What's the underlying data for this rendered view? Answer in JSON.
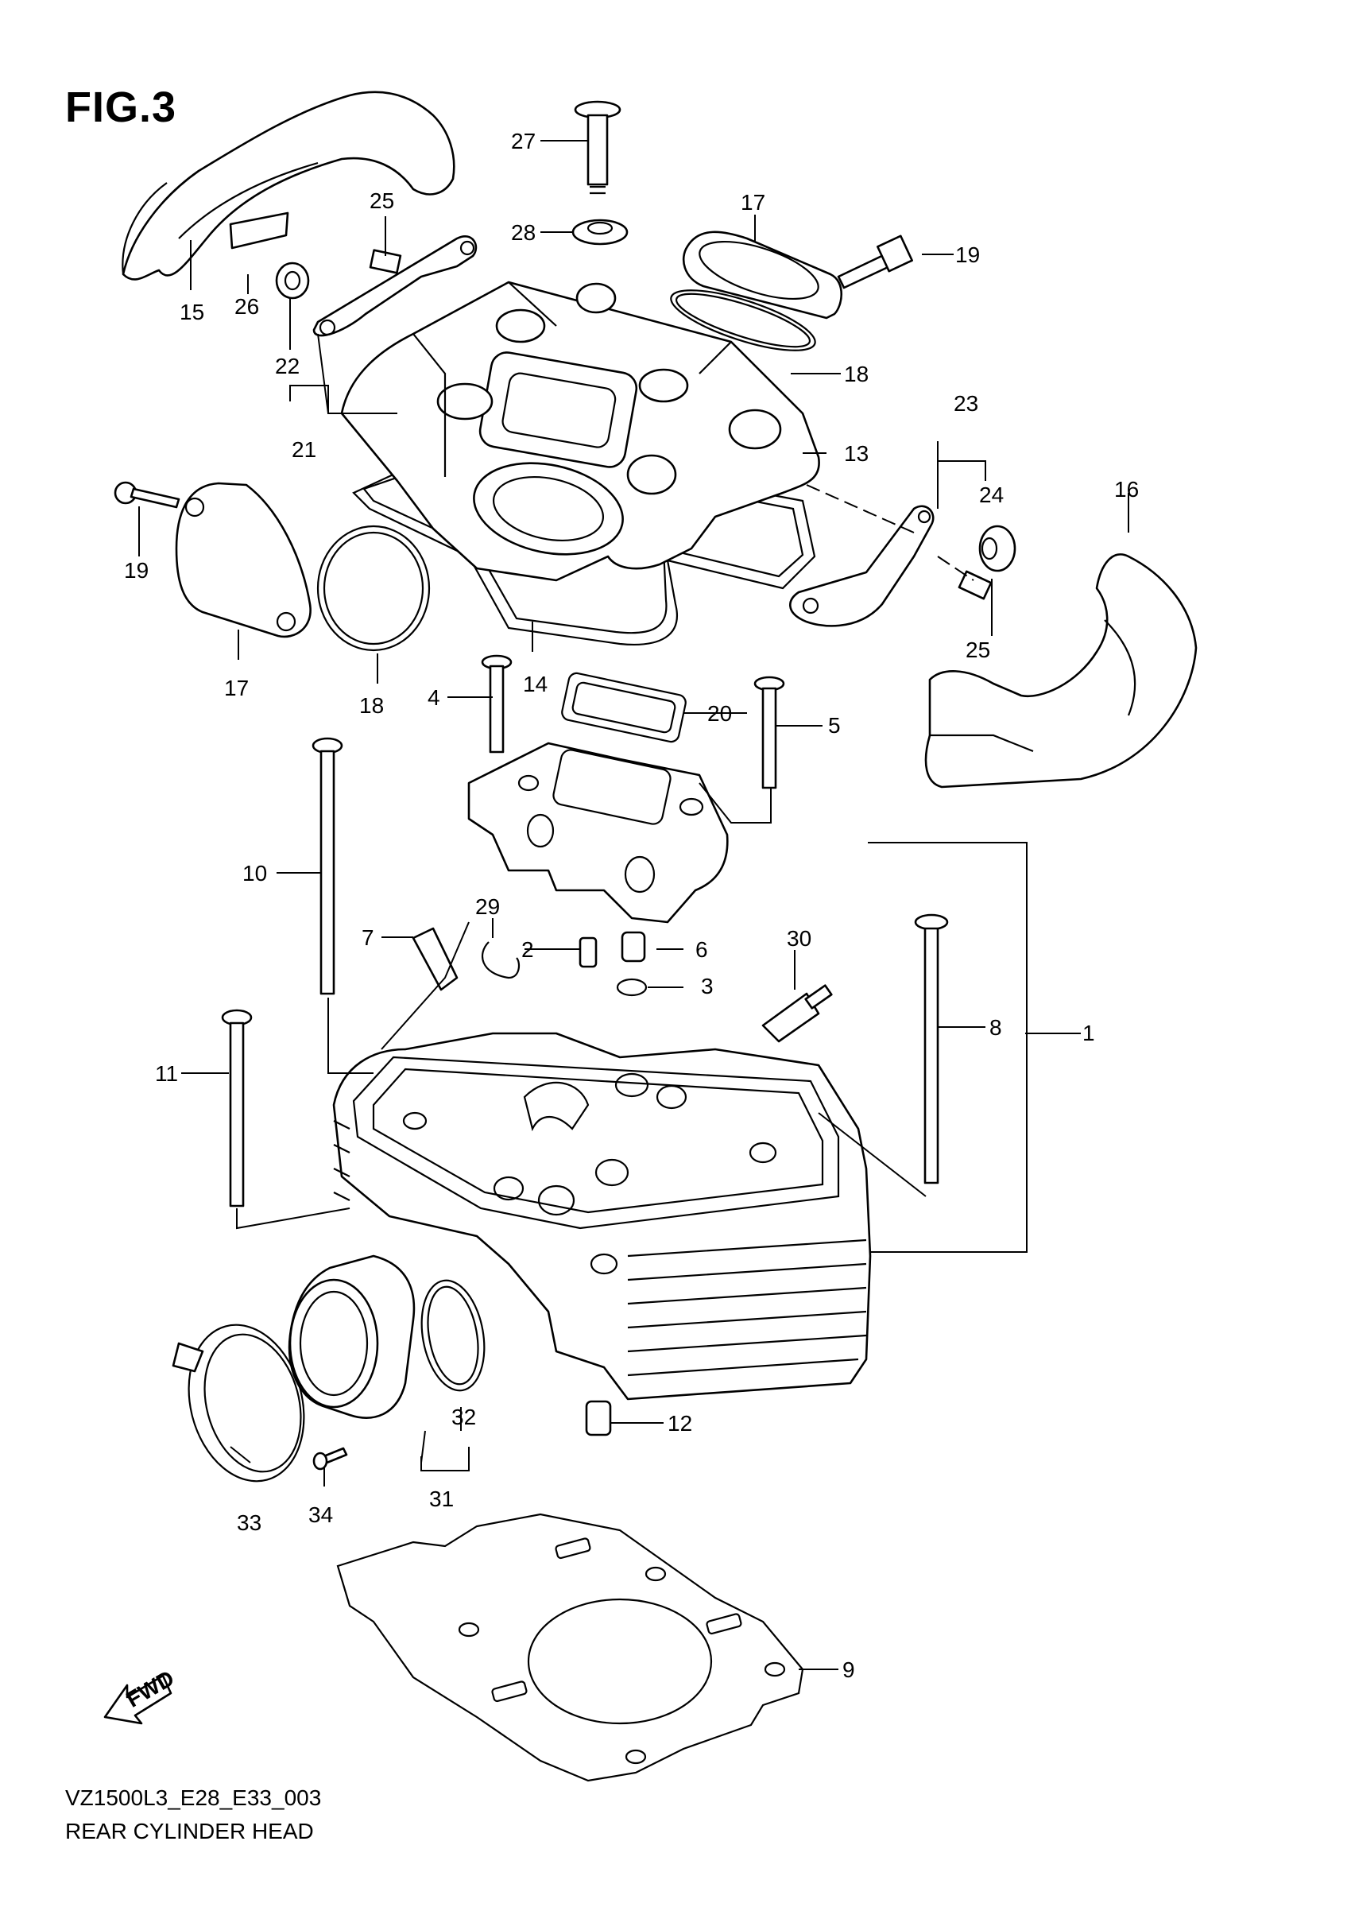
{
  "figure": {
    "title": "FIG.3",
    "model_code": "VZ1500L3_E28_E33_003",
    "name": "REAR CYLINDER HEAD",
    "fwd_label": "FWD"
  },
  "callouts": [
    "1",
    "2",
    "3",
    "4",
    "5",
    "6",
    "7",
    "8",
    "9",
    "10",
    "11",
    "12",
    "13",
    "14",
    "15",
    "16",
    "17",
    "17",
    "18",
    "18",
    "19",
    "19",
    "20",
    "21",
    "22",
    "23",
    "24",
    "25",
    "25",
    "26",
    "27",
    "28",
    "29",
    "30",
    "31",
    "32",
    "33",
    "34"
  ]
}
